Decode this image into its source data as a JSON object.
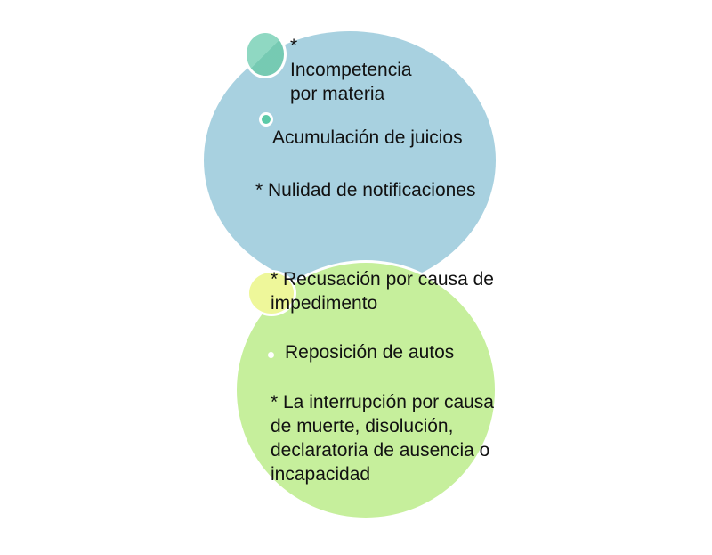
{
  "diagram": {
    "top_circle": {
      "color": "#a8d1e0",
      "items": [
        "*\nIncompetencia\npor materia",
        "Acumulación de juicios",
        "* Nulidad de notificaciones"
      ]
    },
    "bottom_circle": {
      "color": "#c6ef9c",
      "items": [
        "* Recusación por causa de\nimpedimento",
        "Reposición de autos",
        "* La interrupción por causa\nde muerte, disolución,\ndeclaratoria de ausencia o\nincapacidad"
      ]
    },
    "accent_colors": {
      "teal": "#8fd8c2",
      "dark_teal": "#5ccaa8",
      "yellow": "#eef79a"
    }
  }
}
